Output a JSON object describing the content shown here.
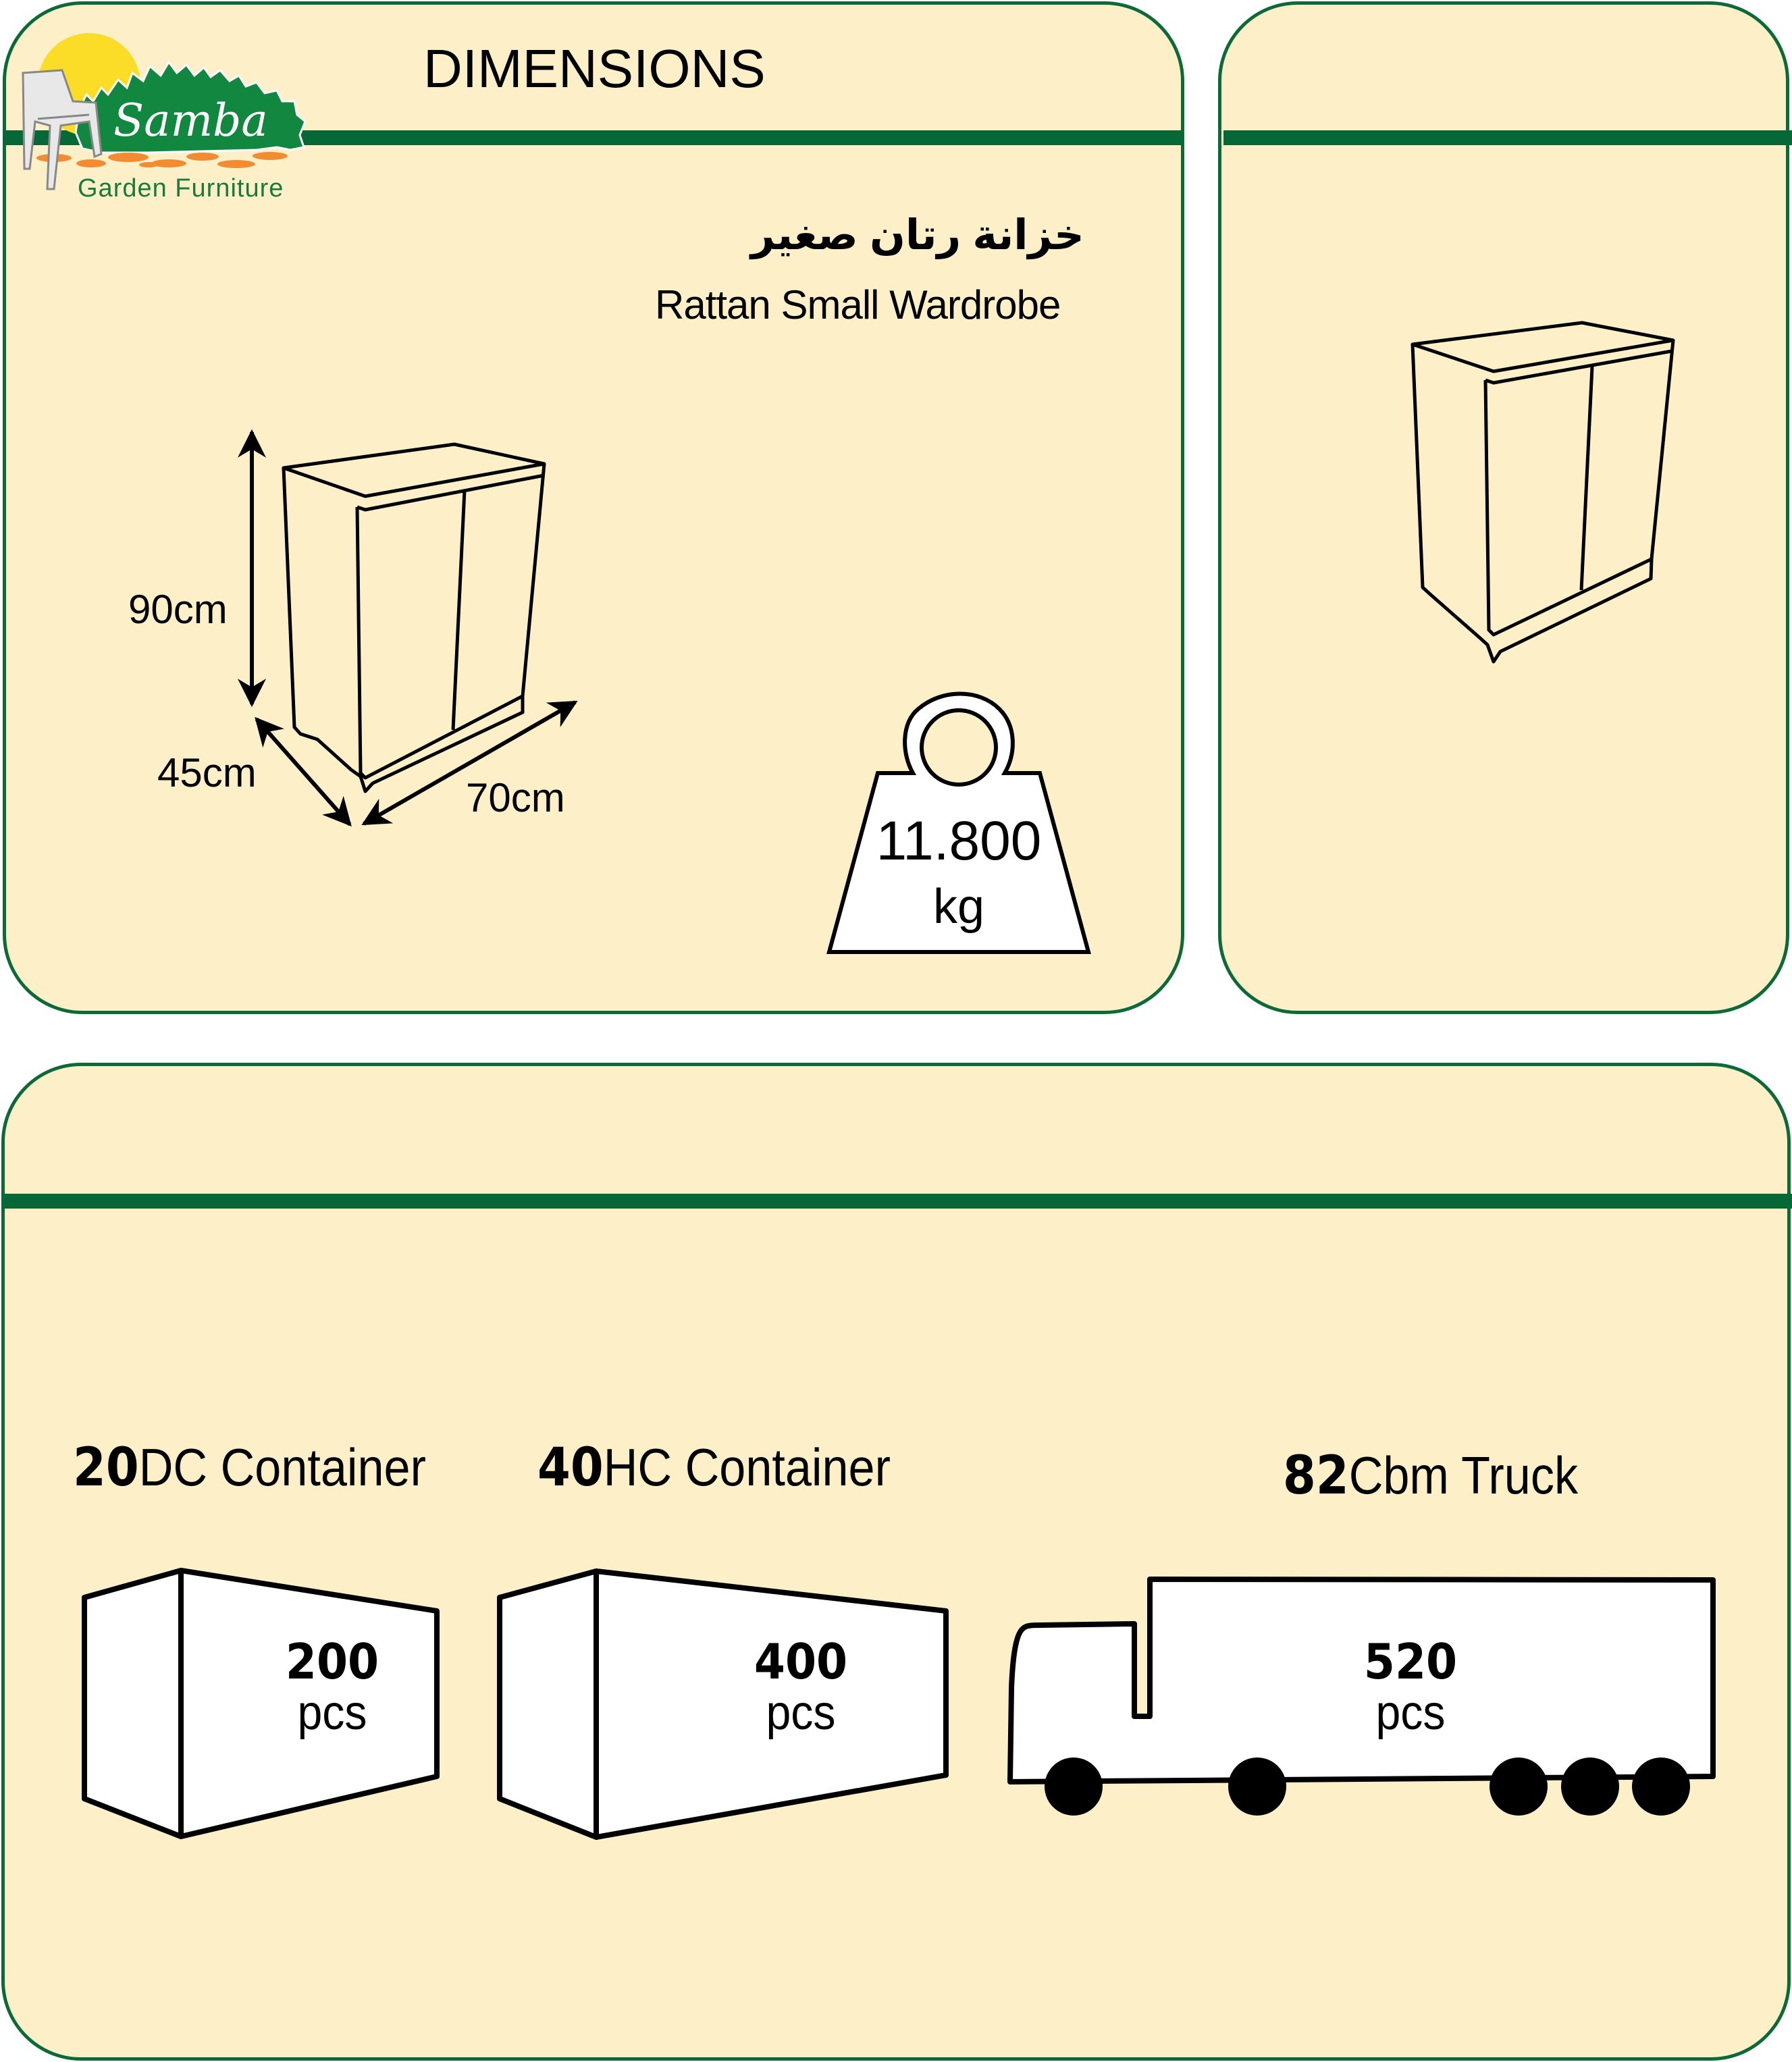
{
  "brand": {
    "name": "Samba",
    "tagline": "Garden Furniture",
    "colors": {
      "green": "#066837",
      "panel_fill": "#fdf0c9",
      "sun": "#fbdc26",
      "stone": "#f28c33"
    }
  },
  "header": {
    "title": "DIMENSIONS"
  },
  "product": {
    "name_ar": "خزانة رتان صغير",
    "name_en": "Rattan Small Wardrobe"
  },
  "dimensions": {
    "height": "90cm",
    "depth": "45cm",
    "width": "70cm"
  },
  "weight": {
    "value": "11.800",
    "unit": "kg"
  },
  "shipping": [
    {
      "num": "20",
      "type": "DC Container",
      "count": "200",
      "unit": "pcs",
      "icon": "container-icon"
    },
    {
      "num": "40",
      "type": "HC Container",
      "count": "400",
      "unit": "pcs",
      "icon": "container-icon"
    },
    {
      "num": "82",
      "type": "Cbm Truck",
      "count": "520",
      "unit": "pcs",
      "icon": "truck-icon"
    }
  ]
}
